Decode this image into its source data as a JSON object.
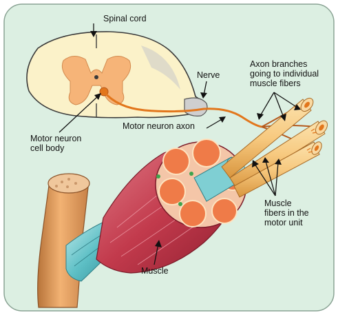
{
  "labels": {
    "spinal_cord": "Spinal cord",
    "nerve": "Nerve",
    "axon_branches_line1": "Axon branches",
    "axon_branches_line2": "going to individual",
    "axon_branches_line3": "muscle fibers",
    "motor_neuron_body_line1": "Motor neuron",
    "motor_neuron_body_line2": "cell body",
    "motor_neuron_axon": "Motor neuron axon",
    "muscle_fibers_line1": "Muscle",
    "muscle_fibers_line2": "fibers in the",
    "muscle_fibers_line3": "motor unit",
    "muscle": "Muscle"
  },
  "colors": {
    "background": "#dcefe2",
    "white_matter": "#fbf2c9",
    "gray_matter": "#f6b478",
    "nerve_sheath": "#cfcfcf",
    "axon": "#e2761c",
    "muscle_red": "#c33c4d",
    "tendon": "#5ec0c6",
    "fascicle": "#ef7b48",
    "fiber": "#f7c97f",
    "bone": "#e6a061"
  }
}
